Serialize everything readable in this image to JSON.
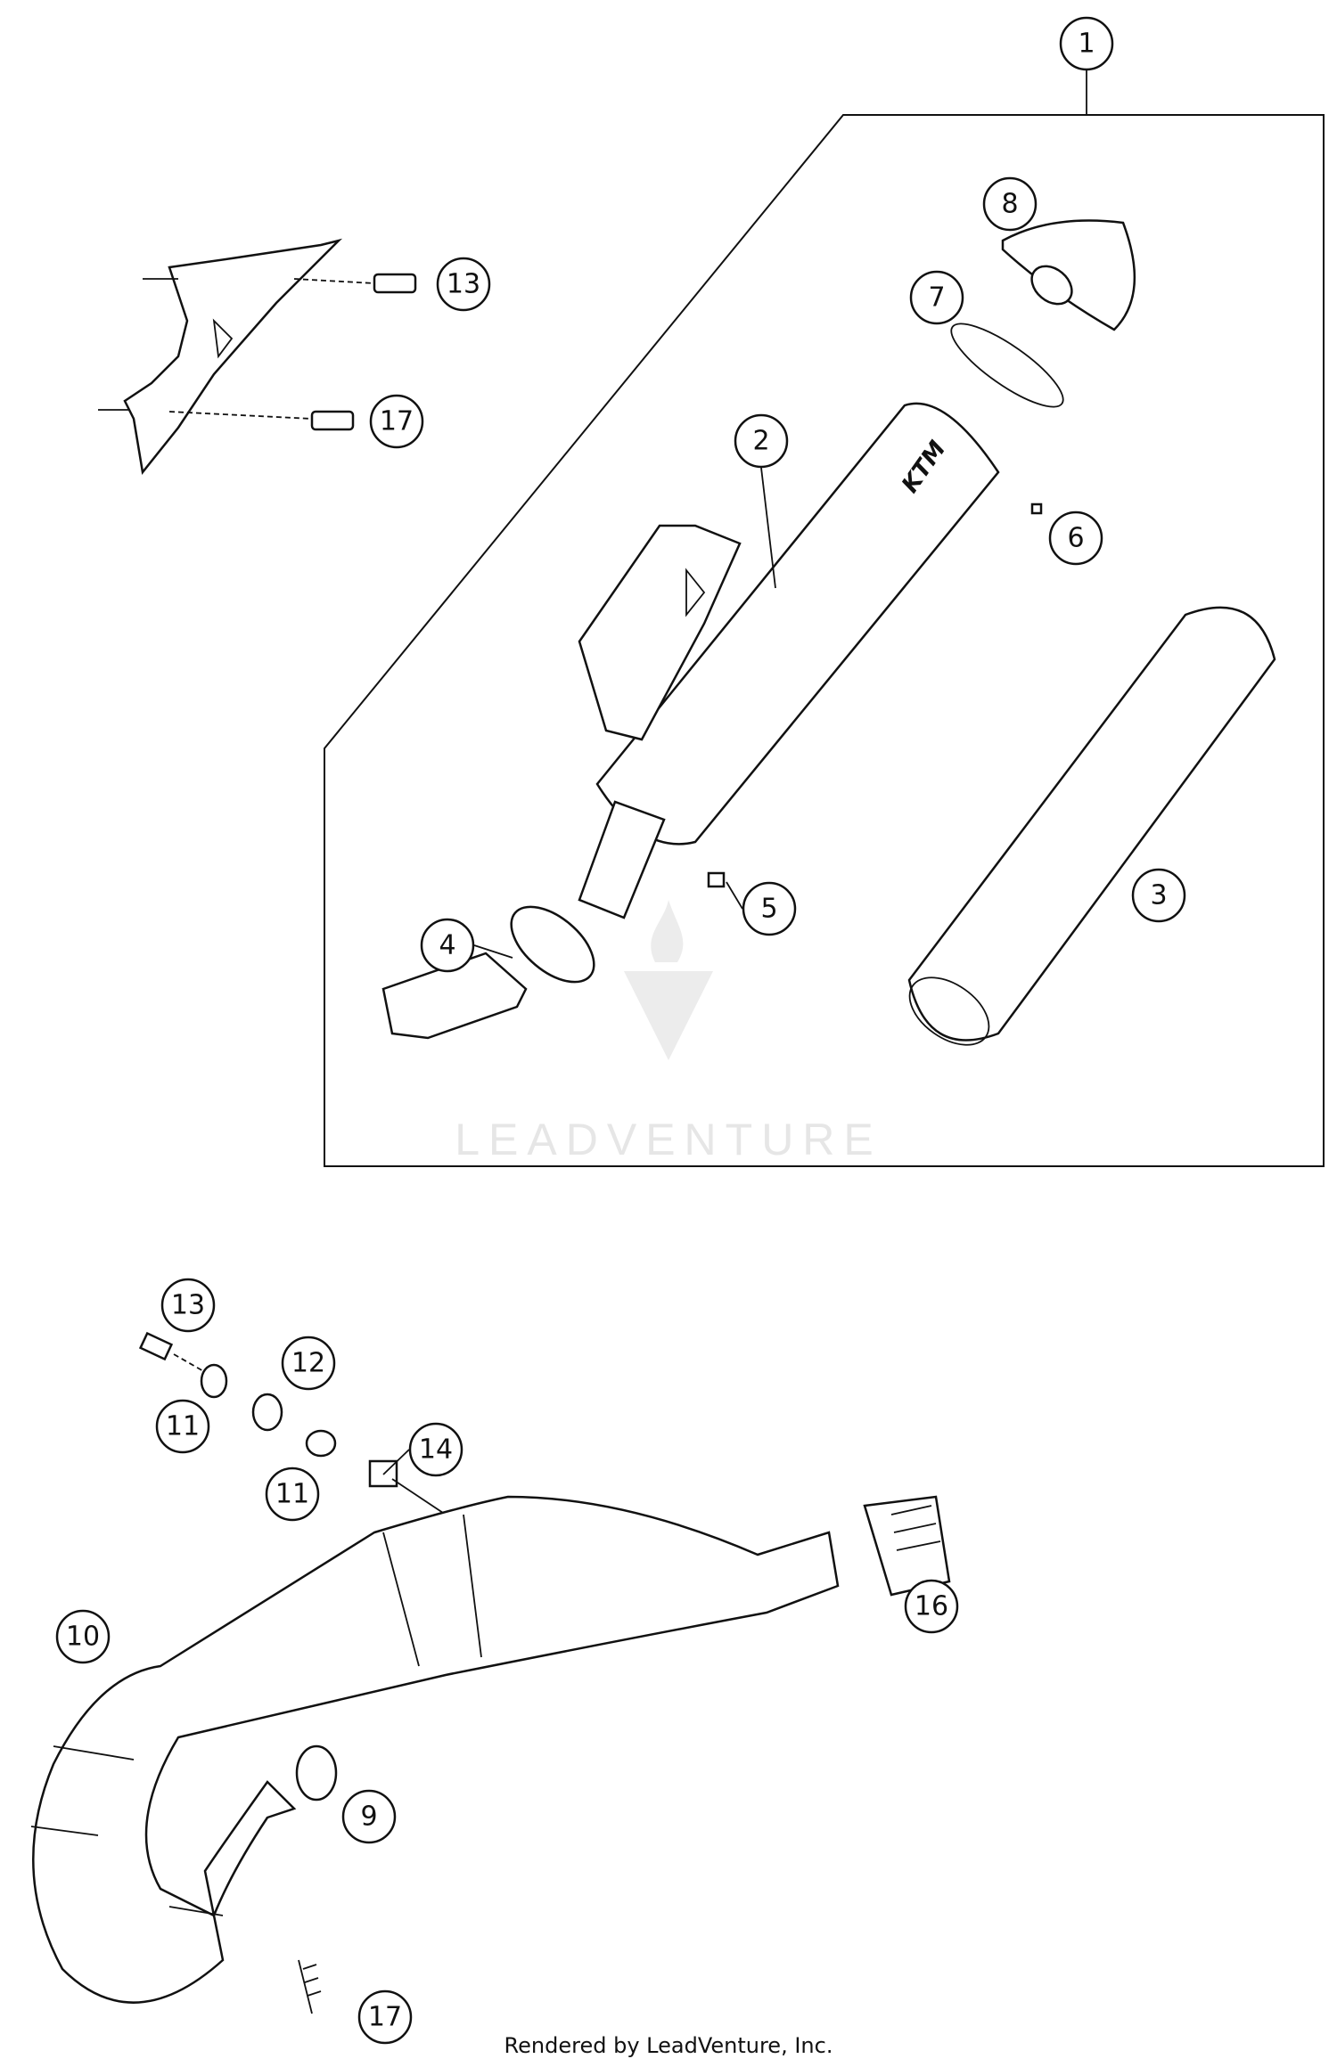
{
  "diagram": {
    "callouts": [
      "1",
      "8",
      "7",
      "13",
      "17",
      "2",
      "6",
      "3",
      "5",
      "4",
      "13",
      "12",
      "11",
      "14",
      "11",
      "10",
      "16",
      "9",
      "17"
    ],
    "brand_mark": "KTM",
    "watermark": "LEADVENTURE",
    "footer": "Rendered by LeadVenture, Inc."
  }
}
